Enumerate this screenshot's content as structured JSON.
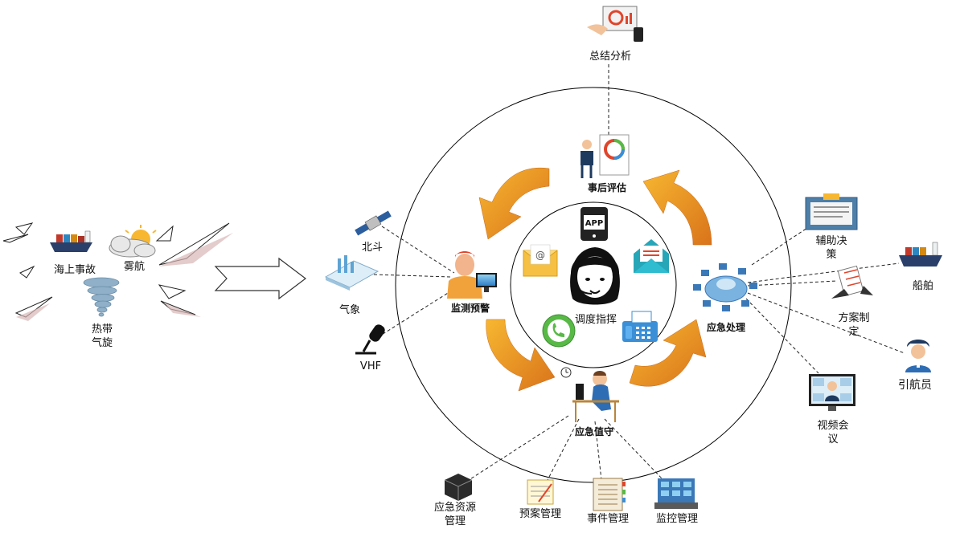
{
  "hazards": {
    "sea_accident": "海上事故",
    "fog": "雾航",
    "typhoon": "热带\n气旋"
  },
  "inputs": {
    "beidou": "北斗",
    "weather": "气象",
    "vhf": "VHF"
  },
  "center": {
    "app_badge": "APP",
    "dispatch": "调度指挥"
  },
  "cycle": {
    "monitoring": "监测预警",
    "duty": "应急值守",
    "response": "应急处理",
    "post_eval": "事后评估"
  },
  "top": {
    "summary": "总结分析"
  },
  "duty_outputs": {
    "resources": "应急资源\n管理",
    "plans": "预案管理",
    "events": "事件管理",
    "surveillance": "监控管理"
  },
  "response_outputs": {
    "decision": "辅助决\n策",
    "ship": "船舶",
    "scheme": "方案制\n定",
    "pilot": "引航员",
    "video": "视频会\n议"
  },
  "colors": {
    "arrow_orange": "#E8891C",
    "envelope_yellow": "#F5C043",
    "envelope_teal": "#27A6B8",
    "phone_green": "#58B947",
    "fax_blue": "#3A8FD6",
    "person_red": "#E0452B",
    "ring_stroke": "#000000"
  }
}
